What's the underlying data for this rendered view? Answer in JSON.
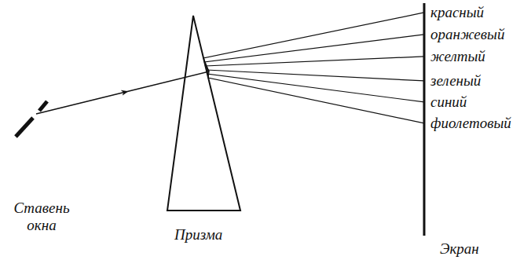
{
  "diagram": {
    "labels": [
      "красный",
      "оранжевый",
      "желтый",
      "зеленый",
      "синий",
      "фиолетовый",
      "Призма",
      "Ставень окна",
      "Экран"
    ]
  }
}
